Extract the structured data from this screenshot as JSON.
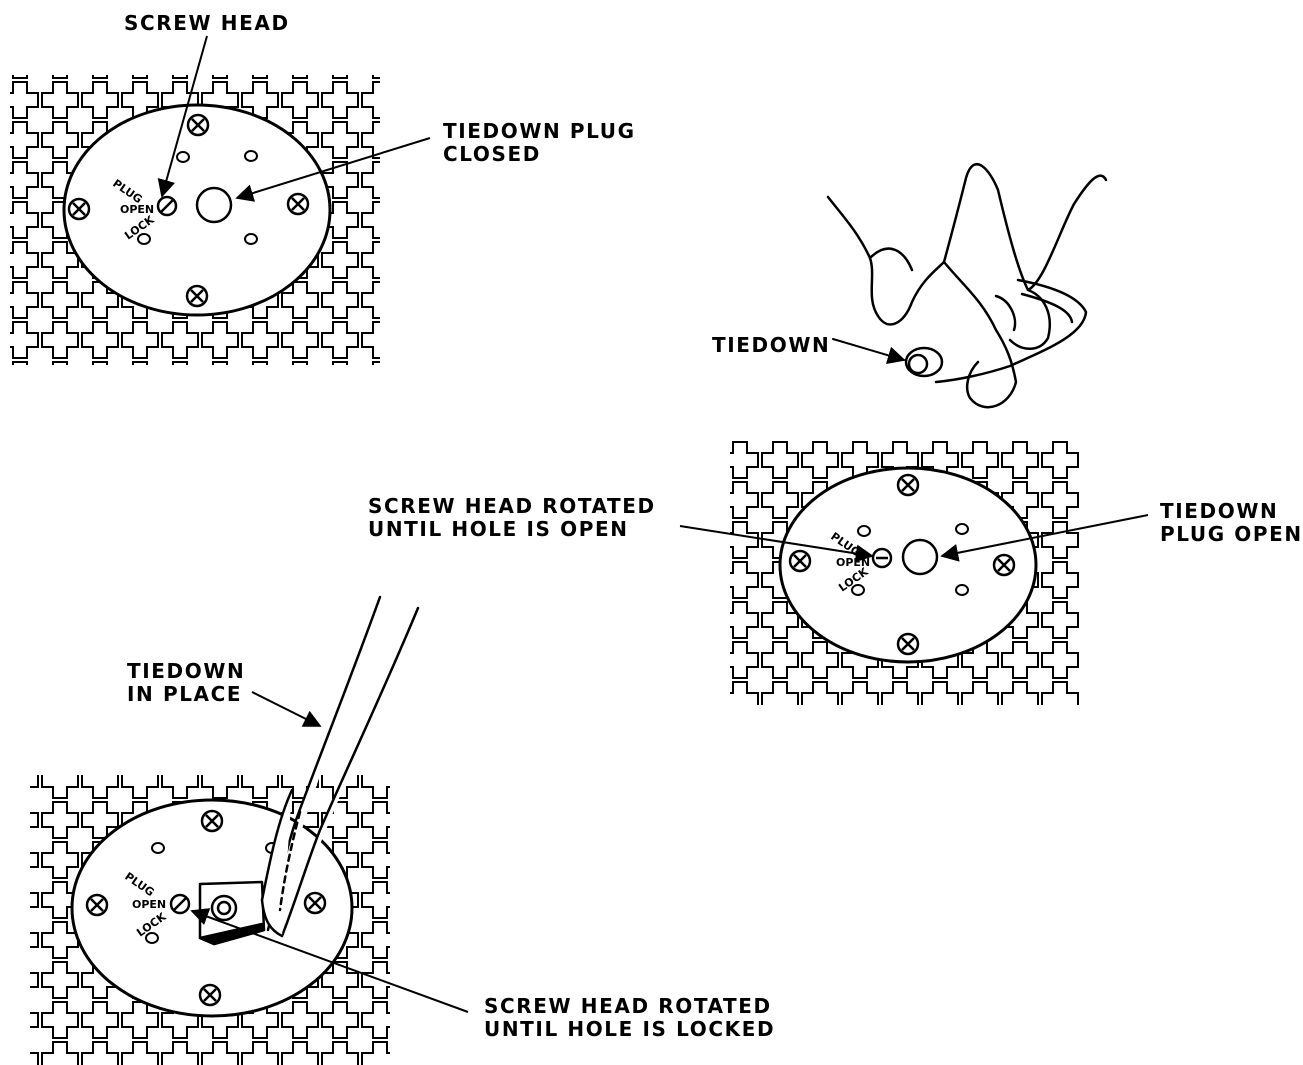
{
  "labels": {
    "screw_head": "SCREW HEAD",
    "tiedown_plug_closed": [
      "TIEDOWN PLUG",
      "CLOSED"
    ],
    "tiedown": "TIEDOWN",
    "screw_head_rotated_open": [
      "SCREW HEAD ROTATED",
      "UNTIL HOLE IS OPEN"
    ],
    "tiedown_plug_open": [
      "TIEDOWN",
      "PLUG OPEN"
    ],
    "tiedown_in_place": [
      "TIEDOWN",
      "IN PLACE"
    ],
    "screw_head_rotated_locked": [
      "SCREW HEAD ROTATED",
      "UNTIL HOLE IS LOCKED"
    ]
  },
  "plate_markings": {
    "plug": "PLUG",
    "open": "OPEN",
    "lock": "LOCK"
  },
  "colors": {
    "ink": "#000000",
    "paper": "#ffffff"
  }
}
